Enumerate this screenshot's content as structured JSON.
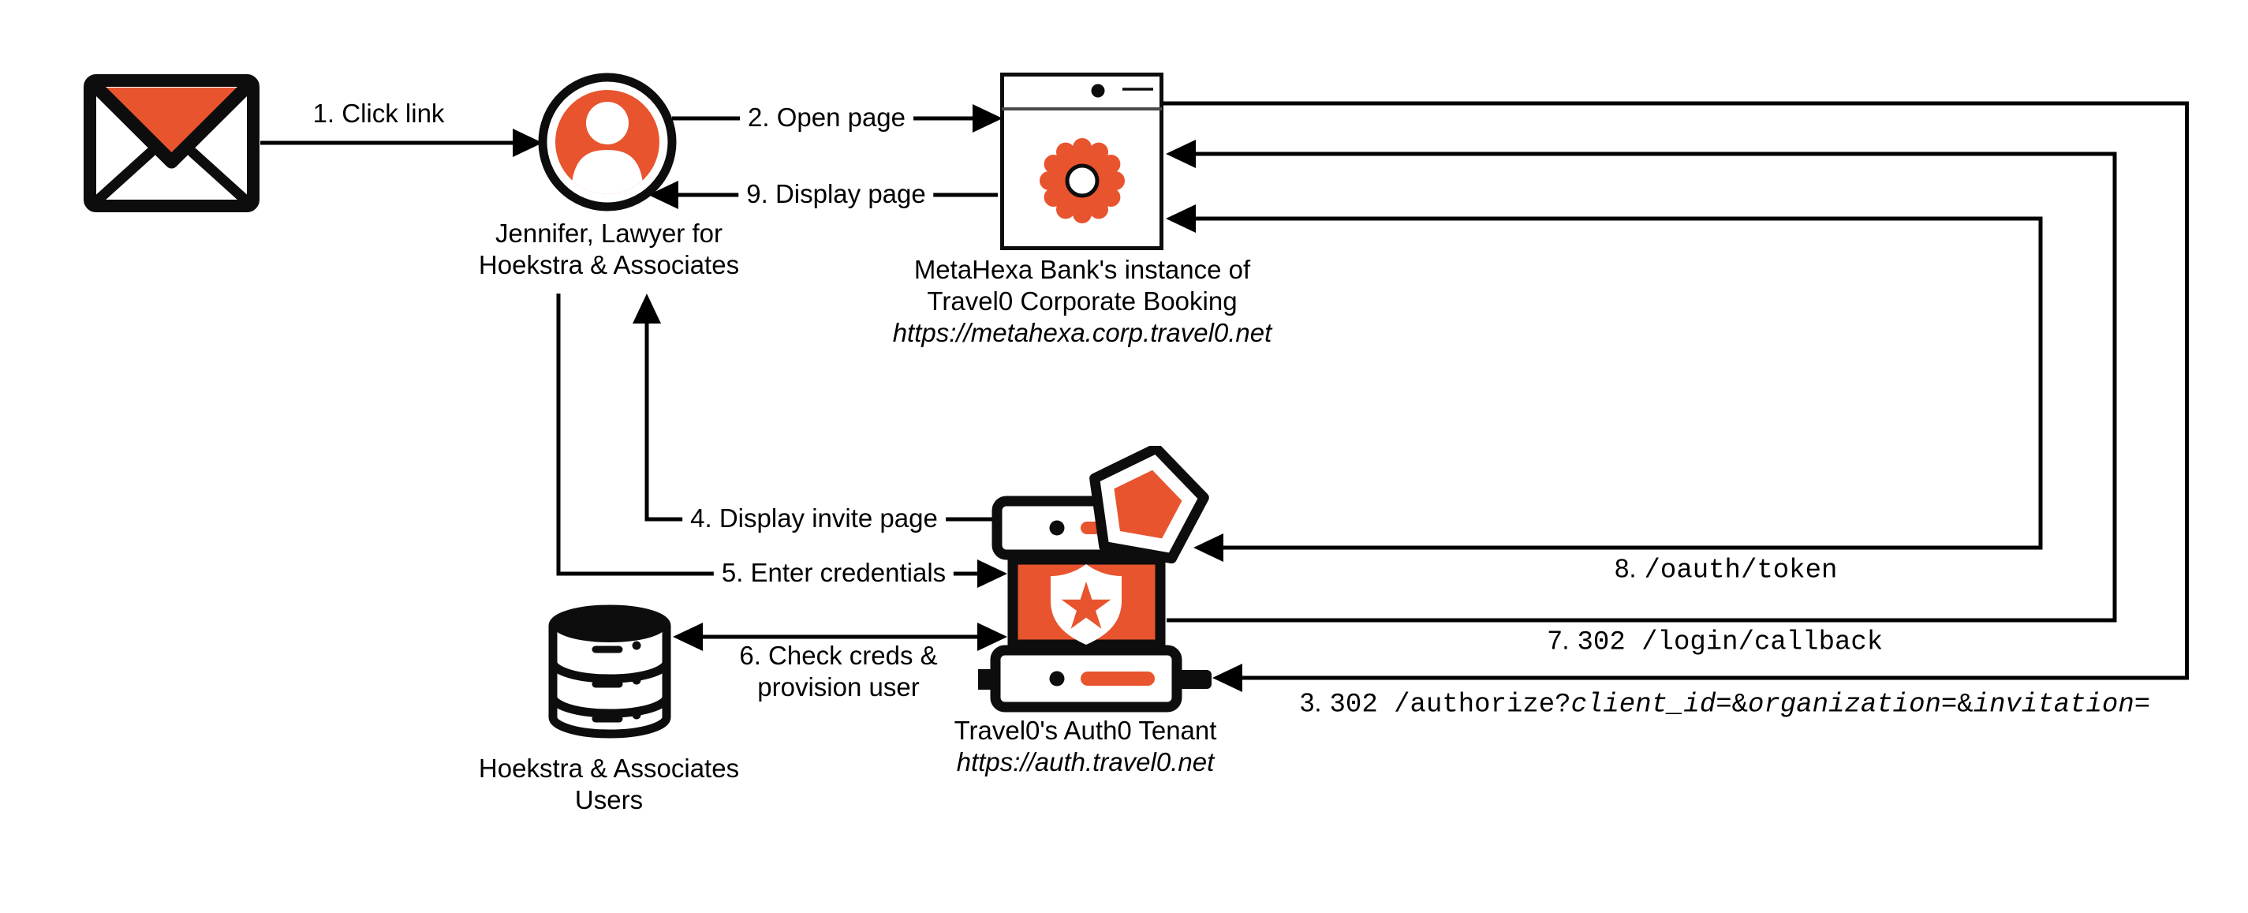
{
  "colors": {
    "accent": "#e8542e",
    "ink": "#0d0d0d",
    "line": "#000000",
    "background": "#ffffff"
  },
  "nodes": {
    "email": {
      "icon": "envelope-icon"
    },
    "user": {
      "icon": "user-avatar-icon",
      "name_line1": "Jennifer, Lawyer for",
      "name_line2": "Hoekstra & Associates"
    },
    "app": {
      "icon": "browser-gear-icon",
      "label_line1": "MetaHexa Bank's instance of",
      "label_line2": "Travel0 Corporate Booking",
      "url": "https://metahexa.corp.travel0.net"
    },
    "auth0": {
      "icon": "auth0-server-icon",
      "label": "Travel0's Auth0 Tenant",
      "url": "https://auth.travel0.net"
    },
    "database": {
      "icon": "database-icon",
      "label_line1": "Hoekstra & Associates",
      "label_line2": "Users"
    }
  },
  "edges": {
    "e1": {
      "label": "1. Click link"
    },
    "e2": {
      "label": "2. Open page"
    },
    "e9": {
      "label": "9. Display page"
    },
    "e4": {
      "label": "4. Display invite page"
    },
    "e5": {
      "label": "5. Enter credentials"
    },
    "e6": {
      "label_line1": "6. Check creds &",
      "label_line2": "provision user"
    },
    "e8": {
      "prefix": "8.",
      "path": "/oauth/token"
    },
    "e7": {
      "prefix": "7.",
      "path": "302 /login/callback"
    },
    "e3": {
      "prefix": "3.",
      "code": "302 /authorize?",
      "param1": "client_id",
      "sep1": "=&",
      "param2": "organization",
      "sep2": "=&",
      "param3": "invitation",
      "sep3": "="
    }
  }
}
